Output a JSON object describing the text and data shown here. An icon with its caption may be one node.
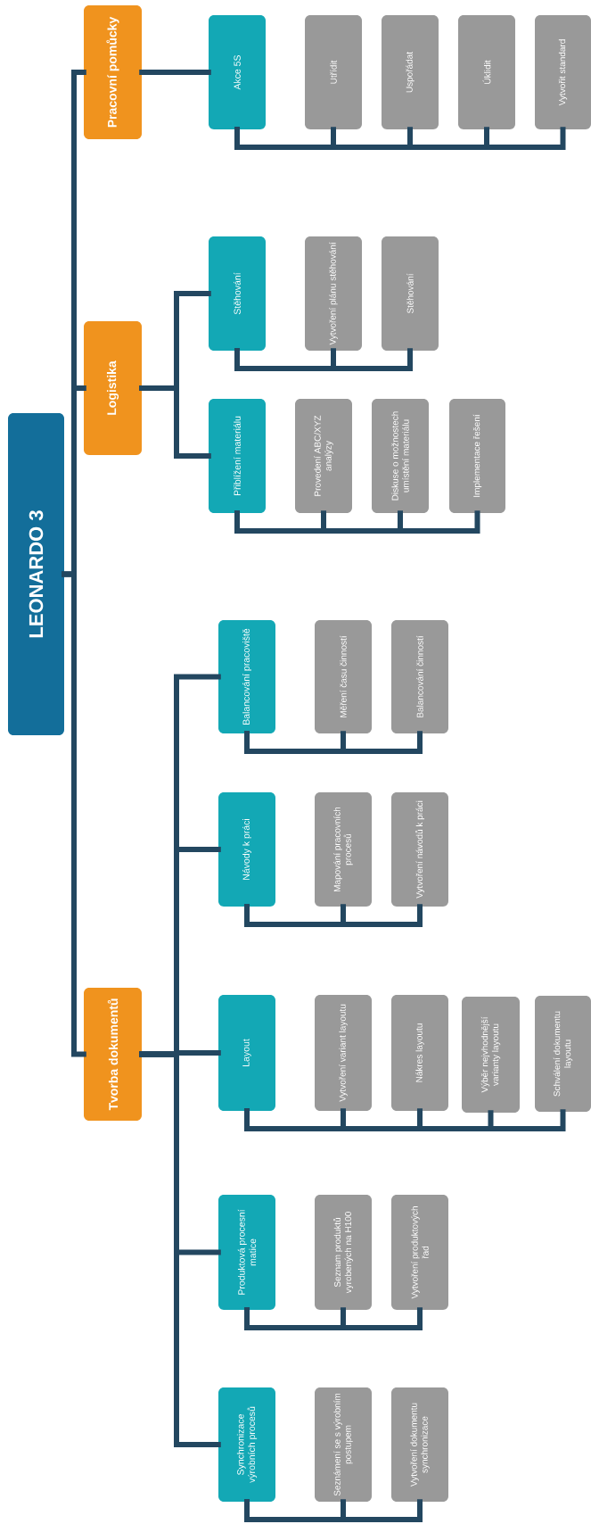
{
  "diagram": {
    "nodes": [
      {
        "text": [
          "LEONARDO 3"
        ]
      },
      {
        "text": [
          "Pracovní pomůcky"
        ]
      },
      {
        "text": [
          "Akce 5S"
        ]
      },
      {
        "text": [
          "Utřídit"
        ]
      },
      {
        "text": [
          "Uspořádat"
        ]
      },
      {
        "text": [
          "Úklidit"
        ]
      },
      {
        "text": [
          "Vytvořit standard"
        ]
      },
      {
        "text": [
          "Logistika"
        ]
      },
      {
        "text": [
          "Stěhování"
        ]
      },
      {
        "text": [
          "Vytvoření plánu stěhování"
        ]
      },
      {
        "text": [
          "Stěhování"
        ]
      },
      {
        "text": [
          "Přiblížení materiálu"
        ]
      },
      {
        "text": [
          "Provedení ABC/XYZ analýzy"
        ]
      },
      {
        "text": [
          "Diskuse o možnostech umístění materiálu"
        ]
      },
      {
        "text": [
          "Implementace řešení"
        ]
      },
      {
        "text": [
          "Tvorba dokumentů"
        ]
      },
      {
        "text": [
          "Balancování pracoviště"
        ]
      },
      {
        "text": [
          "Měření času činností"
        ]
      },
      {
        "text": [
          "Balancování činností"
        ]
      },
      {
        "text": [
          "Návody k práci"
        ]
      },
      {
        "text": [
          "Mapování pracovních procesů"
        ]
      },
      {
        "text": [
          "Vytvoření návodů k práci"
        ]
      },
      {
        "text": [
          "Layout"
        ]
      },
      {
        "text": [
          "Vytvoření variant layoutu"
        ]
      },
      {
        "text": [
          "Nákres layoutu"
        ]
      },
      {
        "text": [
          "Výběr nejvhodnější varianty layoutu"
        ]
      },
      {
        "text": [
          "Schválení dokumentu layoutu"
        ]
      },
      {
        "text": [
          "Produktová procesní matice"
        ]
      },
      {
        "text": [
          "Seznam produktů vyrobených na H100"
        ]
      },
      {
        "text": [
          "Vytvoření produktových řad"
        ]
      },
      {
        "text": [
          "Synchronizace výrobních procesů"
        ]
      },
      {
        "text": [
          "Seznámení se s výrobním postupem"
        ]
      },
      {
        "text": [
          "Vytvoření dokumentu synchronizace"
        ]
      }
    ],
    "edges": [
      {
        "from": 0,
        "to": 1,
        "arrow": "none"
      },
      {
        "from": 0,
        "to": 7,
        "arrow": "none"
      },
      {
        "from": 0,
        "to": 15,
        "arrow": "none"
      },
      {
        "from": 1,
        "to": 2,
        "arrow": "none"
      },
      {
        "from": 2,
        "to": 3,
        "arrow": "none"
      },
      {
        "from": 2,
        "to": 4,
        "arrow": "none"
      },
      {
        "from": 2,
        "to": 5,
        "arrow": "none"
      },
      {
        "from": 2,
        "to": 6,
        "arrow": "none"
      },
      {
        "from": 7,
        "to": 8,
        "arrow": "none"
      },
      {
        "from": 8,
        "to": 9,
        "arrow": "none"
      },
      {
        "from": 8,
        "to": 10,
        "arrow": "none"
      },
      {
        "from": 7,
        "to": 11,
        "arrow": "none"
      },
      {
        "from": 11,
        "to": 12,
        "arrow": "none"
      },
      {
        "from": 11,
        "to": 13,
        "arrow": "none"
      },
      {
        "from": 11,
        "to": 14,
        "arrow": "none"
      },
      {
        "from": 15,
        "to": 16,
        "arrow": "none"
      },
      {
        "from": 16,
        "to": 17,
        "arrow": "none"
      },
      {
        "from": 16,
        "to": 18,
        "arrow": "none"
      },
      {
        "from": 15,
        "to": 19,
        "arrow": "none"
      },
      {
        "from": 19,
        "to": 20,
        "arrow": "none"
      },
      {
        "from": 19,
        "to": 21,
        "arrow": "none"
      },
      {
        "from": 15,
        "to": 22,
        "arrow": "none"
      },
      {
        "from": 22,
        "to": 23,
        "arrow": "none"
      },
      {
        "from": 22,
        "to": 24,
        "arrow": "none"
      },
      {
        "from": 22,
        "to": 25,
        "arrow": "none"
      },
      {
        "from": 22,
        "to": 26,
        "arrow": "none"
      },
      {
        "from": 15,
        "to": 27,
        "arrow": "none"
      },
      {
        "from": 27,
        "to": 28,
        "arrow": "none"
      },
      {
        "from": 27,
        "to": 29,
        "arrow": "none"
      },
      {
        "from": 15,
        "to": 30,
        "arrow": "none"
      },
      {
        "from": 30,
        "to": 31,
        "arrow": "none"
      },
      {
        "from": 30,
        "to": 32,
        "arrow": "none"
      }
    ]
  }
}
